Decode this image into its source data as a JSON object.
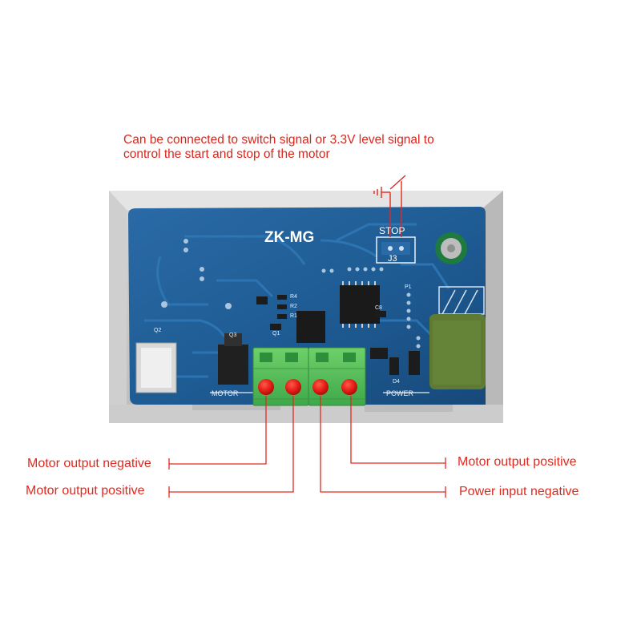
{
  "top_note": {
    "line1": "Can be connected to switch signal or 3.3V level signal to",
    "line2": "control the start and stop of the motor"
  },
  "board": {
    "model": "ZK-MG",
    "stop_label": "STOP",
    "jumper_label": "J3",
    "motor_label": "MOTOR",
    "power_label": "POWER",
    "silk_labels": [
      "Q2",
      "Q3",
      "Q1",
      "R4",
      "R2",
      "R1",
      "C8",
      "D4",
      "P1"
    ]
  },
  "callouts": {
    "motor_output_negative": "Motor output negative",
    "motor_output_positive_left": "Motor output positive",
    "motor_output_positive_right": "Motor output positive",
    "power_input_negative": "Power input negative"
  },
  "colors": {
    "annotation_red": "#e0291f",
    "pcb_blue": "#1e5a92",
    "terminal_green": "#5cc15a",
    "case_grey": "#c9c9c9"
  }
}
